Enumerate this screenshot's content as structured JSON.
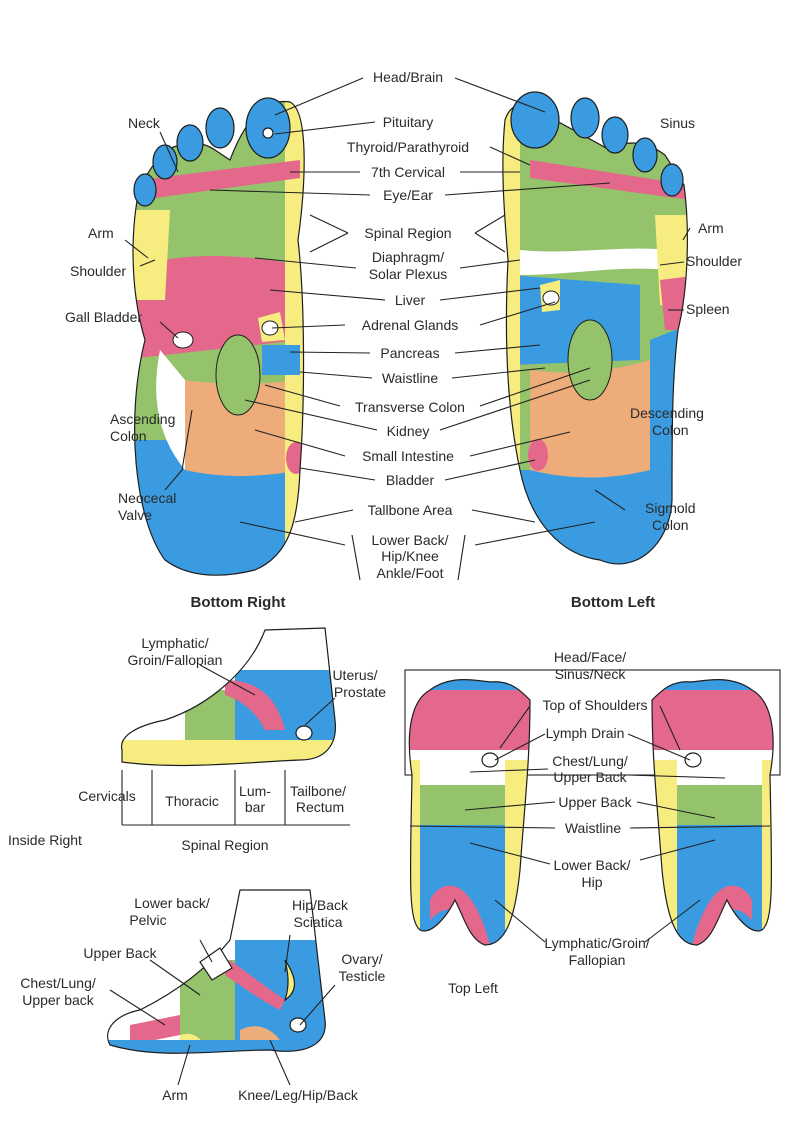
{
  "colors": {
    "blue": "#3b9be0",
    "yellow": "#f7ec7f",
    "pink": "#e4688c",
    "green": "#94c36b",
    "orange": "#eeac7b",
    "white": "#ffffff",
    "outline": "#1e1e1e"
  },
  "captions": {
    "bottom_right": "Bottom Right",
    "bottom_left": "Bottom Left",
    "inside_right": "Inside Right",
    "spinal_region": "Spinal Region",
    "top_left": "Top Left"
  },
  "bottom_center_labels": [
    "Head/Brain",
    "Pituitary",
    "Thyroid/Parathyroid",
    "7th Cervical",
    "Eye/Ear",
    "Spinal Region",
    "Diaphragm/",
    "Solar Plexus",
    "Liver",
    "Adrenal Glands",
    "Pancreas",
    "Waistline",
    "Transverse Colon",
    "Kidney",
    "Small Intestine",
    "Bladder",
    "Tallbone Area",
    "Lower Back/",
    "Hip/Knee",
    "Ankle/Foot"
  ],
  "right_foot_labels": [
    "Neck",
    "Arm",
    "Shoulder",
    "Gall Bladder",
    "Ascending",
    "Colon",
    "Neocecal",
    "Valve"
  ],
  "left_foot_labels": [
    "Sinus",
    "Arm",
    "Shoulder",
    "Spleen",
    "Descending",
    "Colon",
    "Sigmold",
    "Colon"
  ],
  "inside_top_labels": [
    "Lymphatic/",
    "Groin/Fallopian",
    "Uterus/",
    "Prostate"
  ],
  "spinal_segments": [
    "Cervicals",
    "Thoracic",
    "Lum-",
    "bar",
    "Tailbone/",
    "Rectum"
  ],
  "outside_labels": [
    "Lower back/",
    "Pelvic",
    "Hip/Back",
    "Sciatica",
    "Upper Back",
    "Ovary/",
    "Testicle",
    "Chest/Lung/",
    "Upper back",
    "Arm",
    "Knee/Leg/Hip/Back"
  ],
  "top_view_labels": [
    "Head/Face/",
    "Sinus/Neck",
    "Top of Shoulders",
    "Lymph Drain",
    "Chest/Lung/",
    "Upper Back",
    "Upper Back",
    "Waistline",
    "Lower Back/",
    "Hip",
    "Lymphatic/Groin/",
    "Fallopian"
  ]
}
